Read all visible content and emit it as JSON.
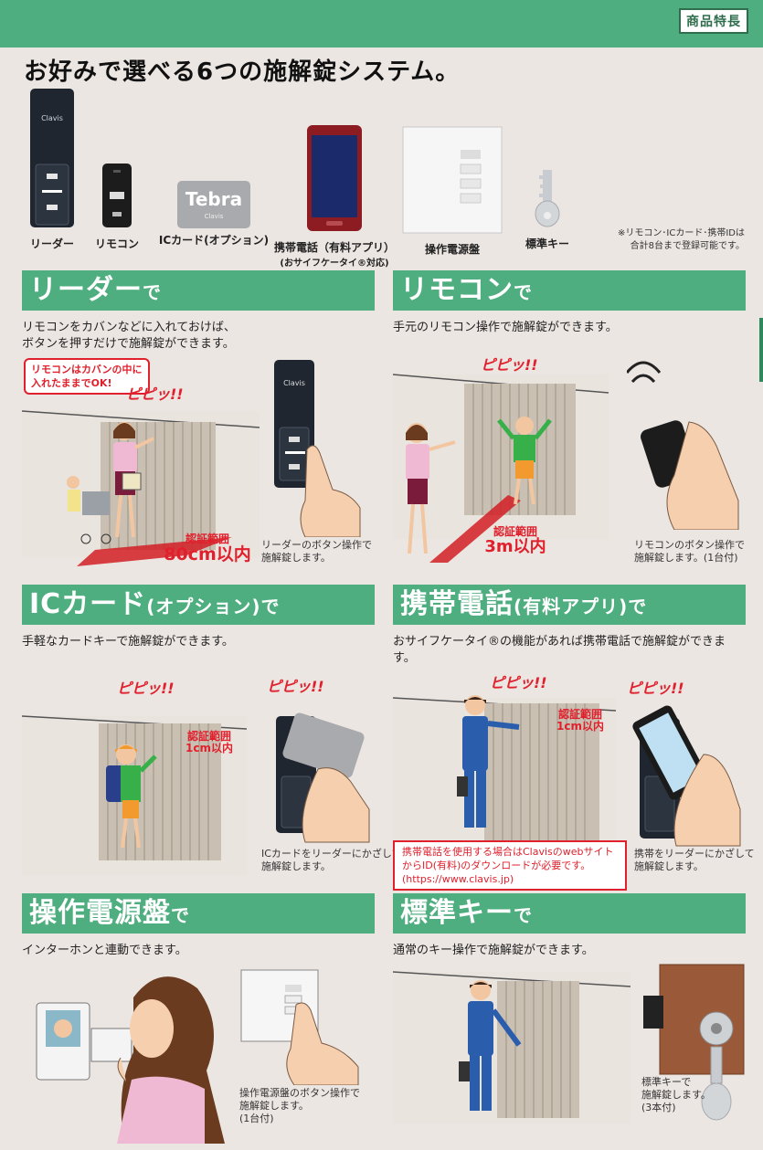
{
  "header": {
    "badge": "商品特長"
  },
  "title": "お好みで選べる6つの施解錠システム。",
  "products": [
    {
      "label": "リーダー"
    },
    {
      "label": "リモコン"
    },
    {
      "label": "ICカード(オプション)",
      "card_text": "Tebra",
      "card_sub": "Clavis"
    },
    {
      "label": "携帯電話（有料アプリ）",
      "sub": "(おサイフケータイ®対応)"
    },
    {
      "label": "操作電源盤"
    },
    {
      "label": "標準キー"
    }
  ],
  "reader_brand": "Clavis",
  "registration_note": [
    "※リモコン･ICカード･携帯IDは",
    "合計8台まで登録可能です。"
  ],
  "sections": {
    "reader": {
      "title": "リーダー",
      "title_suffix": "で",
      "desc": [
        "リモコンをカバンなどに入れておけば、",
        "ボタンを押すだけで施解錠ができます。"
      ],
      "callout": [
        "リモコンはカバンの中に",
        "入れたままでOK!"
      ],
      "sound": "ピピッ!!",
      "range_label": "認証範囲",
      "range_value": "80cm以内",
      "caption": [
        "リーダーのボタン操作で",
        "施解錠します。"
      ]
    },
    "remote": {
      "title": "リモコン",
      "title_suffix": "で",
      "desc": [
        "手元のリモコン操作で施解錠ができます。"
      ],
      "sound": "ピピッ!!",
      "range_label": "認証範囲",
      "range_value": "3m以内",
      "caption": [
        "リモコンのボタン操作で",
        "施解錠します。(1台付)"
      ]
    },
    "iccard": {
      "title": "ICカード",
      "title_mid": "(オプション)",
      "title_suffix": "で",
      "desc": [
        "手軽なカードキーで施解錠ができます。"
      ],
      "sound": "ピピッ!!",
      "range_label": "認証範囲",
      "range_value": "1cm以内",
      "caption": [
        "ICカードをリーダーにかざして",
        "施解錠します。"
      ]
    },
    "phone": {
      "title": "携帯電話",
      "title_mid": "(有料アプリ)",
      "title_suffix": "で",
      "desc": [
        "おサイフケータイ®の機能があれば携帯電話で施解錠ができます。"
      ],
      "sound": "ピピッ!!",
      "range_label": "認証範囲",
      "range_value": "1cm以内",
      "note": [
        "携帯電話を使用する場合はClavisのwebサイト",
        "からID(有料)のダウンロードが必要です。",
        "(https://www.clavis.jp)"
      ],
      "caption": [
        "携帯をリーダーにかざして",
        "施解錠します。"
      ]
    },
    "panel": {
      "title": "操作電源盤",
      "title_suffix": "で",
      "desc": [
        "インターホンと連動できます。"
      ],
      "caption": [
        "操作電源盤のボタン操作で",
        "施解錠します。",
        "(1台付)"
      ]
    },
    "key": {
      "title": "標準キー",
      "title_suffix": "で",
      "desc": [
        "通常のキー操作で施解錠ができます。"
      ],
      "caption": [
        "標準キーで",
        "施解錠します。",
        "(3本付)"
      ]
    }
  },
  "colors": {
    "green": "#4fae7f",
    "red": "#e0202c",
    "bg": "#ece6e3"
  }
}
